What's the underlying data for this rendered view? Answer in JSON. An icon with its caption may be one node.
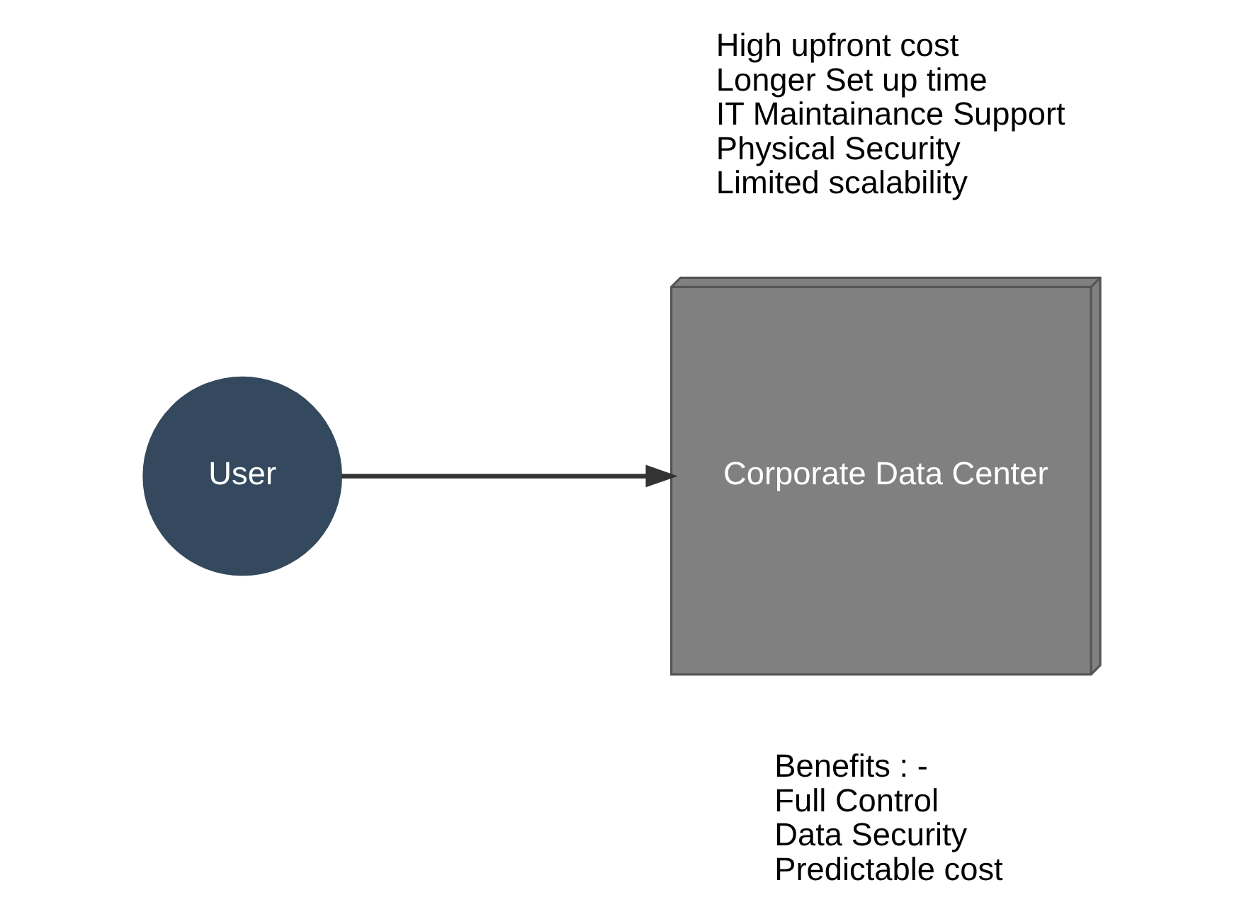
{
  "diagram": {
    "nodes": [
      {
        "text": [
          "User"
        ]
      },
      {
        "text": [
          "Corporate Data Center"
        ]
      }
    ],
    "edges": [
      {
        "from": 0,
        "to": 1,
        "arrow": "to"
      }
    ],
    "labels": [
      "High upfront cost",
      "Longer Set up time",
      "IT Maintainance Support",
      "Physical Security",
      "Limited scalability",
      "Benefits : -",
      "Full Control",
      "Data Security",
      "Predictable cost"
    ]
  }
}
